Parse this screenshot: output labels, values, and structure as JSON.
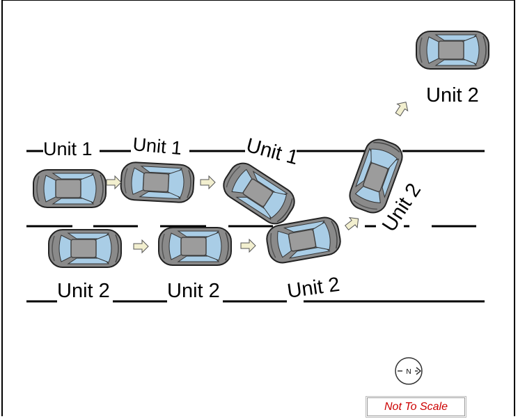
{
  "labels": {
    "unit1_a": "Unit 1",
    "unit1_b": "Unit 1",
    "unit1_c": "Unit 1",
    "unit2_a": "Unit 2",
    "unit2_b": "Unit 2",
    "unit2_c": "Unit 2",
    "unit2_d": "Unit 2",
    "unit2_e": "Unit 2"
  },
  "north_symbol": "N",
  "scale_note": "Not To Scale",
  "colors": {
    "car_body": "#8a8a8a",
    "car_roof": "#9c9c9c",
    "glass": "#a9cde6",
    "arrow_fill": "#f2efcf",
    "scale_text": "#cc0000"
  }
}
